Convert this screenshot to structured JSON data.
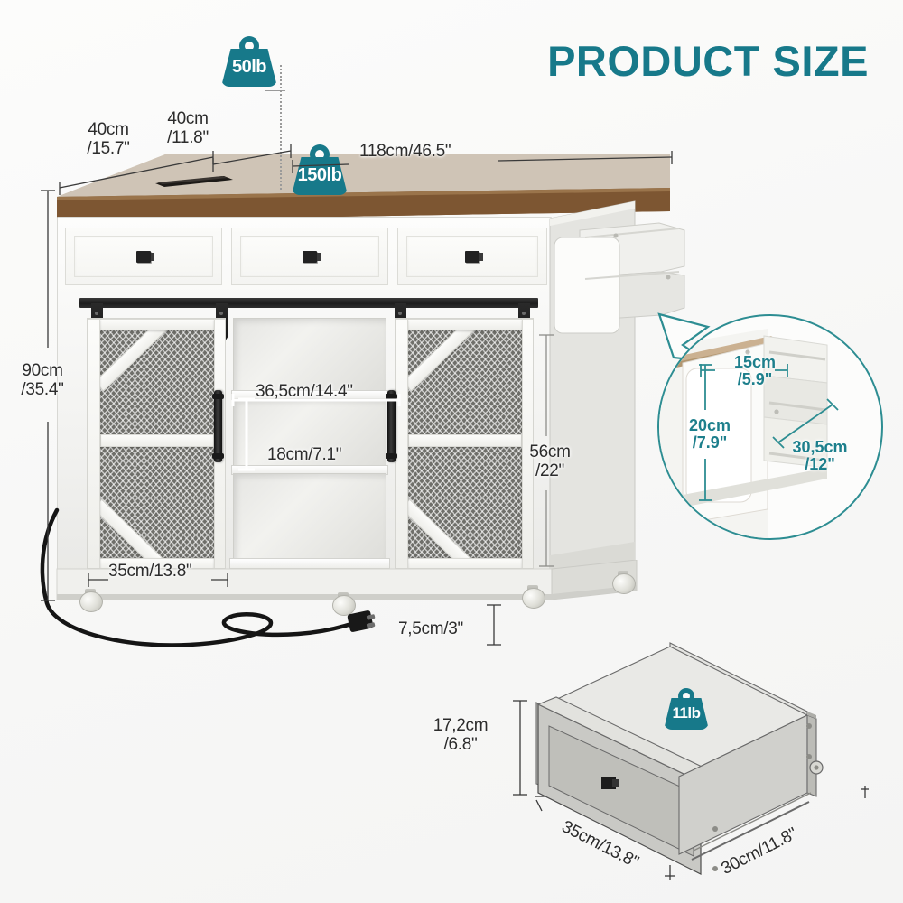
{
  "title": "PRODUCT SIZE",
  "theme": {
    "accent": "#17798a",
    "inset_accent": "#2d8d92",
    "text": "#2c2c2c",
    "background": "#fbfbfa"
  },
  "badges": {
    "top_shelf_weight": "50lb",
    "countertop_weight": "150lb",
    "drawer_weight": "11lb"
  },
  "main_dimensions": {
    "top_left_depth": {
      "cm": "40cm",
      "inch": "/15.7\""
    },
    "top_right_depth": {
      "cm": "40cm",
      "inch": "/11.8\""
    },
    "overall_width": "118cm/46.5\"",
    "overall_height": {
      "cm": "90cm",
      "inch": "/35.4\""
    },
    "upper_shelf_width": "36,5cm/14.4\"",
    "shelf_gap_height": "18cm/7.1\"",
    "cabinet_interior_height": {
      "cm": "56cm",
      "inch": "/22\""
    },
    "door_width": "35cm/13.8\"",
    "caster_height": "7,5cm/3\""
  },
  "inset_detail": {
    "rack_depth": {
      "cm": "15cm",
      "inch": "/5.9\""
    },
    "rack_height": {
      "cm": "20cm",
      "inch": "/7.9\""
    },
    "rack_width": {
      "cm": "30,5cm",
      "inch": "/12\""
    }
  },
  "drawer_detail": {
    "height": {
      "cm": "17,2cm",
      "inch": "/6.8\""
    },
    "width": "35cm/13.8\"",
    "depth": "30cm/11.8\""
  },
  "icons": {
    "weight": "weight-icon",
    "plug": "power-plug-icon",
    "caster": "caster-wheel-icon"
  }
}
